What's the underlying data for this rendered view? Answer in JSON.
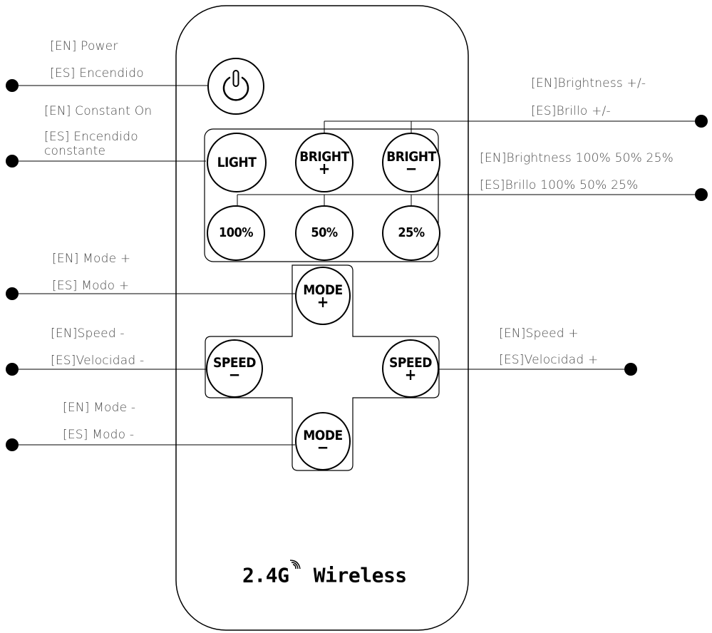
{
  "labels": {
    "power_en": "[EN] Power",
    "power_es": "[ES] Encendido",
    "constant_en": "[EN] Constant On",
    "constant_es_1": "[ES] Encendido",
    "constant_es_2": "constante",
    "brightness_en": "[EN]Brightness +/-",
    "brightness_es": "[ES]Brillo +/-",
    "levels_en": "[EN]Brightness 100% 50% 25%",
    "levels_es": "[ES]Brillo 100% 50% 25%",
    "mode_plus_en": "[EN] Mode +",
    "mode_plus_es": "[ES] Modo +",
    "speed_minus_en": "[EN]Speed -",
    "speed_minus_es": "[ES]Velocidad -",
    "speed_plus_en": "[EN]Speed +",
    "speed_plus_es": "[ES]Velocidad +",
    "mode_minus_en": "[EN] Mode -",
    "mode_minus_es": "[ES] Modo -"
  },
  "buttons": {
    "light": "LIGHT",
    "bright": "BRIGHT",
    "plus": "+",
    "minus": "−",
    "b100": "100%",
    "b50": "50%",
    "b25": "25%",
    "mode": "MODE",
    "speed": "SPEED"
  },
  "brand": {
    "prefix": "2.4G",
    "suffix": "Wireless"
  },
  "icons": {
    "power": "power-icon",
    "wireless": "wifi-icon"
  },
  "colors": {
    "line": "#000000",
    "label_text": "#4d4d4d"
  }
}
